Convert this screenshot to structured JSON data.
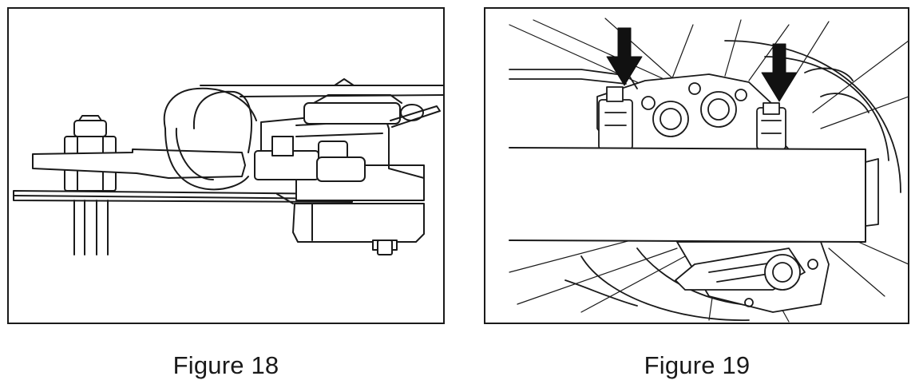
{
  "figures": [
    {
      "caption": "Figure 18",
      "illustration": "brake-caliper-side-view"
    },
    {
      "caption": "Figure 19",
      "illustration": "disc-brake-caliper-with-arrows"
    }
  ],
  "colors": {
    "line": "#1a1a1a",
    "arrow": "#111111",
    "background": "#ffffff"
  }
}
